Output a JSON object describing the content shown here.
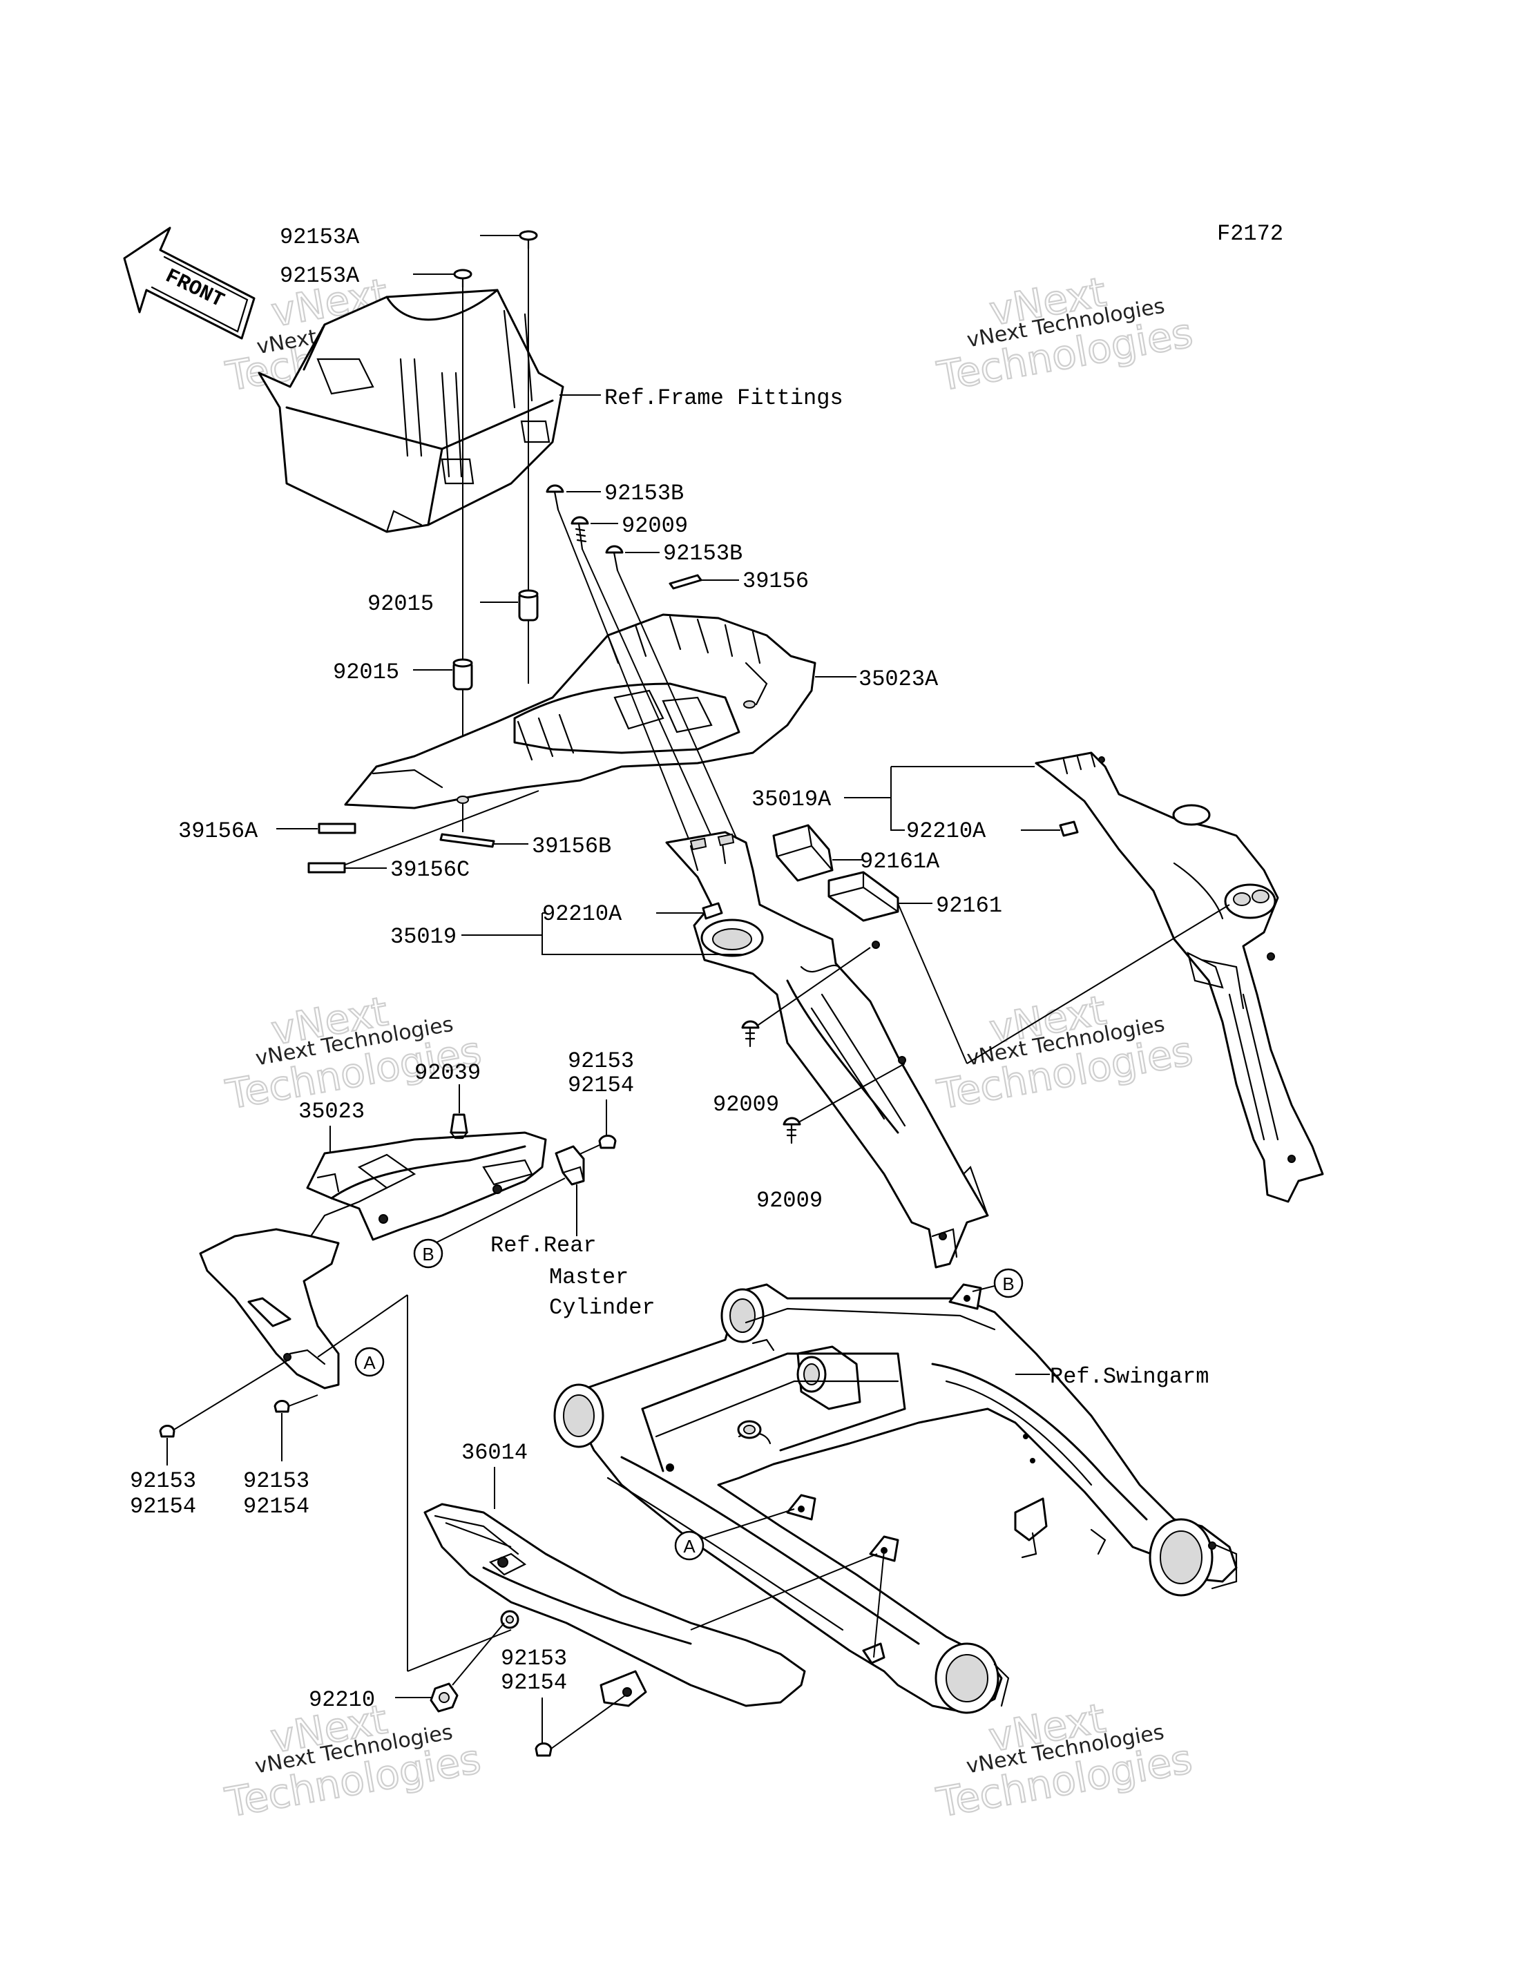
{
  "figure_id": "F2172",
  "front_label": "FRONT",
  "labels": {
    "p92153A_top": "92153A",
    "p92153A_second": "92153A",
    "ref_frame_fittings": "Ref.Frame Fittings",
    "p92153B_a": "92153B",
    "p92009_a": "92009",
    "p92153B_b": "92153B",
    "p39156": "39156",
    "p92015_a": "92015",
    "p92015_b": "92015",
    "p35023A": "35023A",
    "p35019A": "35019A",
    "p92210A_right": "92210A",
    "p39156A": "39156A",
    "p39156B": "39156B",
    "p39156C": "39156C",
    "p92161A": "92161A",
    "p92161": "92161",
    "p92210A_center": "92210A",
    "p35019": "35019",
    "p92039": "92039",
    "p92153_top_a": "92153",
    "p92154_top_a": "92154",
    "p35023": "35023",
    "p92009_b": "92009",
    "p92009_c": "92009",
    "ref_rear": "Ref.Rear",
    "ref_master": "Master",
    "ref_cylinder": "Cylinder",
    "ref_swingarm": "Ref.Swingarm",
    "p92153_left_a": "92153",
    "p92154_left_a": "92154",
    "p92153_left_b": "92153",
    "p92154_left_b": "92154",
    "p36014": "36014",
    "p92153_bottom": "92153",
    "p92154_bottom": "92154",
    "p92210": "92210"
  },
  "callouts": {
    "a_upper": "A",
    "a_lower": "A",
    "b_left": "B",
    "b_right": "B"
  },
  "watermark": {
    "line1": "vNext Technologies",
    "line2a": "vNext",
    "line2b": "Technologies"
  }
}
